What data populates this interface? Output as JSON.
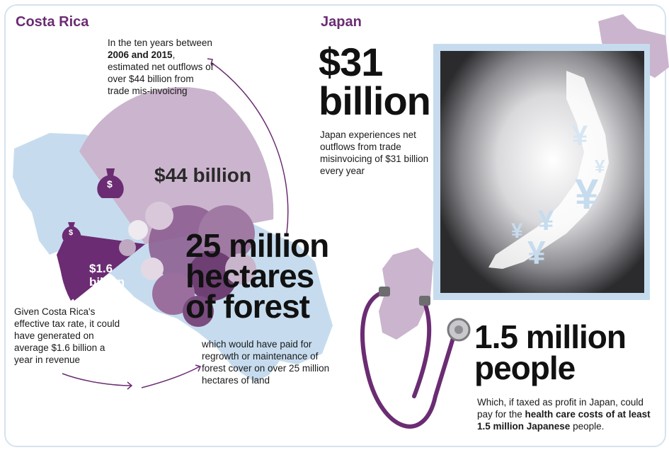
{
  "costa_rica": {
    "heading": "Costa Rica",
    "intro_text_a": "In the ten years between ",
    "intro_bold_a": "2006 and 2015",
    "intro_text_b": ", estimated net outflows of over $44 billion from trade mis-invoicing",
    "wedge_large_label": "$44 billion",
    "wedge_small_label_line1": "$1.6",
    "wedge_small_label_line2": "billion",
    "forest_line1": "25 million",
    "forest_line2": "hectares",
    "forest_line3": "of forest",
    "tax_text": "Given Costa Rica's effective tax rate, it could have generated on average $1.6 billion a year in revenue",
    "forest_text": "which would have paid for regrowth or maintenance of forest cover on over 25 million hectares of land",
    "money_bag_symbol": "$"
  },
  "japan": {
    "heading": "Japan",
    "amount_line1": "$31",
    "amount_line2": "billion",
    "amount_text": "Japan experiences net outflows from trade misinvoicing of $31 billion every year",
    "people_line1": "1.5 million",
    "people_line2": "people",
    "people_text_a": "Which, if taxed as profit in Japan, could pay for the ",
    "people_bold": "health care costs of at least 1.5 million Japanese",
    "people_text_b": " people.",
    "yen_symbol": "¥"
  },
  "colors": {
    "heading_purple": "#6b2c73",
    "dark_purple": "#6b2c73",
    "light_purple": "#cbb4cd",
    "map_blue": "#c6dcee",
    "frame_border": "#d5e3ef"
  },
  "icons": [
    "money-bag-icon",
    "yen-icon",
    "stethoscope-icon",
    "arrow-icon"
  ]
}
